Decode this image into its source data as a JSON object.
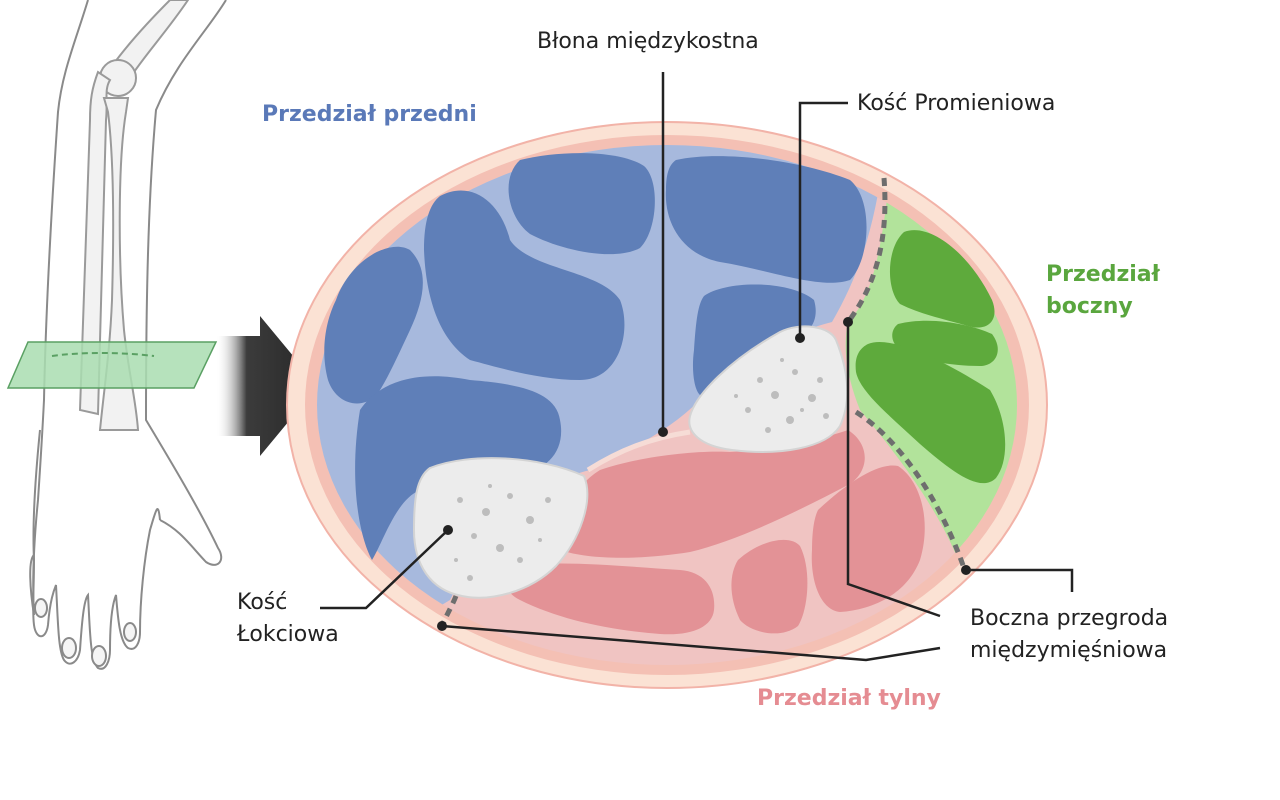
{
  "labels": {
    "anterior_compartment": "Przedział przedni",
    "lateral_compartment": [
      "Przedział",
      "boczny"
    ],
    "posterior_compartment": "Przedział tylny",
    "interosseous_membrane": "Błona międzykostna",
    "radius": "Kość Promieniowa",
    "ulna": [
      "Kość",
      "Łokciowa"
    ],
    "lateral_septum": [
      "Boczna przegroda",
      "międzymięśniowa"
    ]
  },
  "colors": {
    "anterior_region": "#a7b9dd",
    "anterior_muscle": "#5f7fb8",
    "lateral_region": "#b2e39b",
    "lateral_muscle": "#5eaa3c",
    "posterior_region": "#f0c4c2",
    "posterior_muscle": "#e39296",
    "fascia_ring": "#f4c0b4",
    "skin": "#fbe2d4",
    "bone": "#ececec",
    "plane": "#a9ddb0",
    "arrow": "#262626",
    "leader": "#222222"
  }
}
